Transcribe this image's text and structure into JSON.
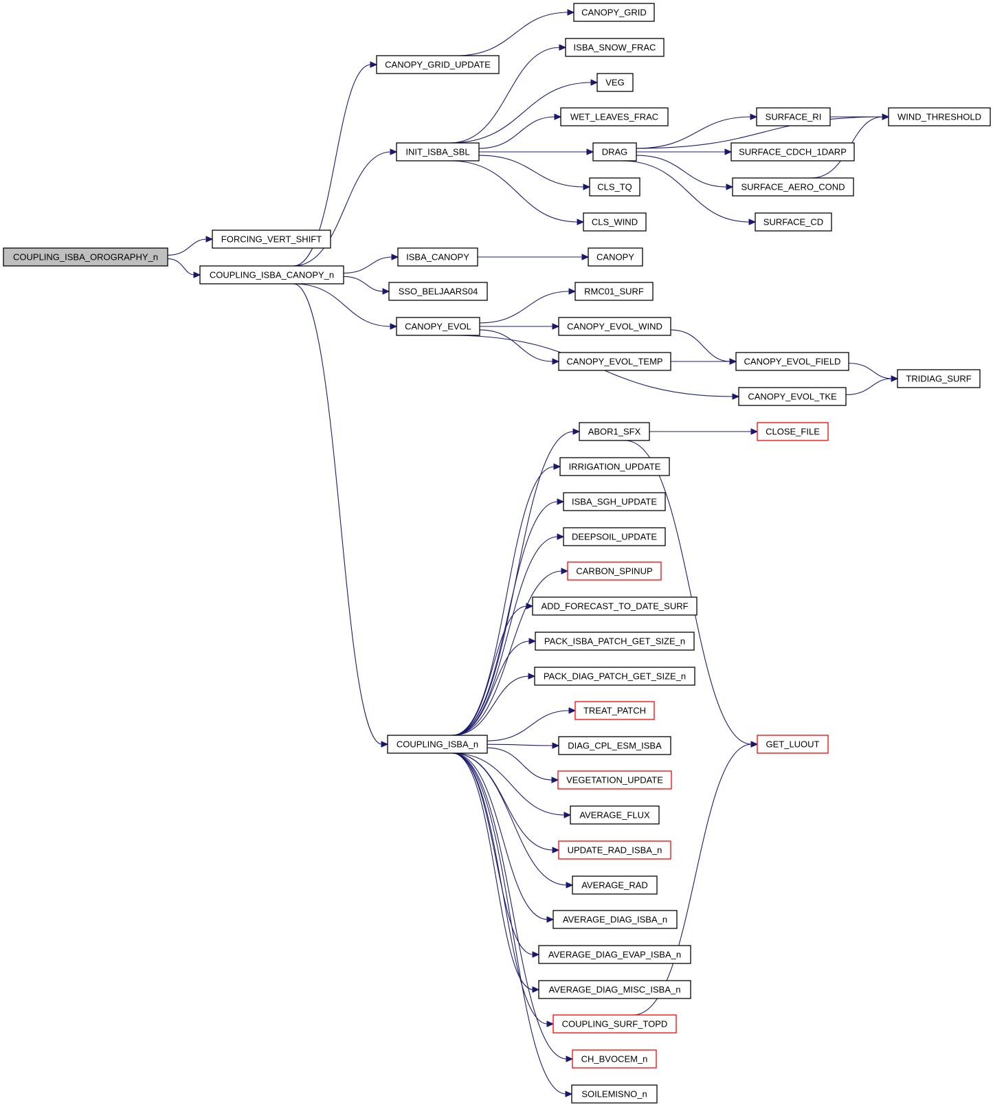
{
  "graph": {
    "root": "COUPLING_ISBA_OROGRAPHY_n",
    "nodes": [
      {
        "id": "COUPLING_ISBA_OROGRAPHY_n",
        "label": "COUPLING_ISBA_OROGRAPHY_n",
        "style": "root"
      },
      {
        "id": "FORCING_VERT_SHIFT",
        "label": "FORCING_VERT_SHIFT",
        "style": "normal"
      },
      {
        "id": "COUPLING_ISBA_CANOPY_n",
        "label": "COUPLING_ISBA_CANOPY_n",
        "style": "normal"
      },
      {
        "id": "CANOPY_GRID_UPDATE",
        "label": "CANOPY_GRID_UPDATE",
        "style": "normal"
      },
      {
        "id": "CANOPY_GRID",
        "label": "CANOPY_GRID",
        "style": "normal"
      },
      {
        "id": "INIT_ISBA_SBL",
        "label": "INIT_ISBA_SBL",
        "style": "normal"
      },
      {
        "id": "ISBA_SNOW_FRAC",
        "label": "ISBA_SNOW_FRAC",
        "style": "normal"
      },
      {
        "id": "VEG",
        "label": "VEG",
        "style": "normal"
      },
      {
        "id": "WET_LEAVES_FRAC",
        "label": "WET_LEAVES_FRAC",
        "style": "normal"
      },
      {
        "id": "DRAG",
        "label": "DRAG",
        "style": "normal"
      },
      {
        "id": "CLS_TQ",
        "label": "CLS_TQ",
        "style": "normal"
      },
      {
        "id": "CLS_WIND",
        "label": "CLS_WIND",
        "style": "normal"
      },
      {
        "id": "SURFACE_RI",
        "label": "SURFACE_RI",
        "style": "normal"
      },
      {
        "id": "WIND_THRESHOLD",
        "label": "WIND_THRESHOLD",
        "style": "normal"
      },
      {
        "id": "SURFACE_CDCH_1DARP",
        "label": "SURFACE_CDCH_1DARP",
        "style": "normal"
      },
      {
        "id": "SURFACE_AERO_COND",
        "label": "SURFACE_AERO_COND",
        "style": "normal"
      },
      {
        "id": "SURFACE_CD",
        "label": "SURFACE_CD",
        "style": "normal"
      },
      {
        "id": "ISBA_CANOPY",
        "label": "ISBA_CANOPY",
        "style": "normal"
      },
      {
        "id": "CANOPY",
        "label": "CANOPY",
        "style": "normal"
      },
      {
        "id": "SSO_BELJAARS04",
        "label": "SSO_BELJAARS04",
        "style": "normal"
      },
      {
        "id": "CANOPY_EVOL",
        "label": "CANOPY_EVOL",
        "style": "normal"
      },
      {
        "id": "RMC01_SURF",
        "label": "RMC01_SURF",
        "style": "normal"
      },
      {
        "id": "CANOPY_EVOL_WIND",
        "label": "CANOPY_EVOL_WIND",
        "style": "normal"
      },
      {
        "id": "CANOPY_EVOL_TEMP",
        "label": "CANOPY_EVOL_TEMP",
        "style": "normal"
      },
      {
        "id": "CANOPY_EVOL_FIELD",
        "label": "CANOPY_EVOL_FIELD",
        "style": "normal"
      },
      {
        "id": "CANOPY_EVOL_TKE",
        "label": "CANOPY_EVOL_TKE",
        "style": "normal"
      },
      {
        "id": "TRIDIAG_SURF",
        "label": "TRIDIAG_SURF",
        "style": "normal"
      },
      {
        "id": "COUPLING_ISBA_n",
        "label": "COUPLING_ISBA_n",
        "style": "normal"
      },
      {
        "id": "ABOR1_SFX",
        "label": "ABOR1_SFX",
        "style": "normal"
      },
      {
        "id": "CLOSE_FILE",
        "label": "CLOSE_FILE",
        "style": "red"
      },
      {
        "id": "GET_LUOUT",
        "label": "GET_LUOUT",
        "style": "red"
      },
      {
        "id": "IRRIGATION_UPDATE",
        "label": "IRRIGATION_UPDATE",
        "style": "normal"
      },
      {
        "id": "ISBA_SGH_UPDATE",
        "label": "ISBA_SGH_UPDATE",
        "style": "normal"
      },
      {
        "id": "DEEPSOIL_UPDATE",
        "label": "DEEPSOIL_UPDATE",
        "style": "normal"
      },
      {
        "id": "CARBON_SPINUP",
        "label": "CARBON_SPINUP",
        "style": "red"
      },
      {
        "id": "ADD_FORECAST_TO_DATE_SURF",
        "label": "ADD_FORECAST_TO_DATE_SURF",
        "style": "normal"
      },
      {
        "id": "PACK_ISBA_PATCH_GET_SIZE_n",
        "label": "PACK_ISBA_PATCH_GET_SIZE_n",
        "style": "normal"
      },
      {
        "id": "PACK_DIAG_PATCH_GET_SIZE_n",
        "label": "PACK_DIAG_PATCH_GET_SIZE_n",
        "style": "normal"
      },
      {
        "id": "TREAT_PATCH",
        "label": "TREAT_PATCH",
        "style": "red"
      },
      {
        "id": "DIAG_CPL_ESM_ISBA",
        "label": "DIAG_CPL_ESM_ISBA",
        "style": "normal"
      },
      {
        "id": "VEGETATION_UPDATE",
        "label": "VEGETATION_UPDATE",
        "style": "red"
      },
      {
        "id": "AVERAGE_FLUX",
        "label": "AVERAGE_FLUX",
        "style": "normal"
      },
      {
        "id": "UPDATE_RAD_ISBA_n",
        "label": "UPDATE_RAD_ISBA_n",
        "style": "red"
      },
      {
        "id": "AVERAGE_RAD",
        "label": "AVERAGE_RAD",
        "style": "normal"
      },
      {
        "id": "AVERAGE_DIAG_ISBA_n",
        "label": "AVERAGE_DIAG_ISBA_n",
        "style": "normal"
      },
      {
        "id": "AVERAGE_DIAG_EVAP_ISBA_n",
        "label": "AVERAGE_DIAG_EVAP_ISBA_n",
        "style": "normal"
      },
      {
        "id": "AVERAGE_DIAG_MISC_ISBA_n",
        "label": "AVERAGE_DIAG_MISC_ISBA_n",
        "style": "normal"
      },
      {
        "id": "COUPLING_SURF_TOPD",
        "label": "COUPLING_SURF_TOPD",
        "style": "red"
      },
      {
        "id": "CH_BVOCEM_n",
        "label": "CH_BVOCEM_n",
        "style": "red"
      },
      {
        "id": "SOILEMISNO_n",
        "label": "SOILEMISNO_n",
        "style": "normal"
      }
    ],
    "edges": [
      [
        "COUPLING_ISBA_OROGRAPHY_n",
        "FORCING_VERT_SHIFT"
      ],
      [
        "COUPLING_ISBA_OROGRAPHY_n",
        "COUPLING_ISBA_CANOPY_n"
      ],
      [
        "COUPLING_ISBA_CANOPY_n",
        "CANOPY_GRID_UPDATE"
      ],
      [
        "CANOPY_GRID_UPDATE",
        "CANOPY_GRID"
      ],
      [
        "COUPLING_ISBA_CANOPY_n",
        "INIT_ISBA_SBL"
      ],
      [
        "INIT_ISBA_SBL",
        "ISBA_SNOW_FRAC"
      ],
      [
        "INIT_ISBA_SBL",
        "VEG"
      ],
      [
        "INIT_ISBA_SBL",
        "WET_LEAVES_FRAC"
      ],
      [
        "INIT_ISBA_SBL",
        "DRAG"
      ],
      [
        "INIT_ISBA_SBL",
        "CLS_TQ"
      ],
      [
        "INIT_ISBA_SBL",
        "CLS_WIND"
      ],
      [
        "DRAG",
        "WIND_THRESHOLD"
      ],
      [
        "DRAG",
        "SURFACE_RI"
      ],
      [
        "SURFACE_RI",
        "WIND_THRESHOLD"
      ],
      [
        "DRAG",
        "SURFACE_CDCH_1DARP"
      ],
      [
        "DRAG",
        "SURFACE_AERO_COND"
      ],
      [
        "SURFACE_AERO_COND",
        "WIND_THRESHOLD"
      ],
      [
        "DRAG",
        "SURFACE_CD"
      ],
      [
        "COUPLING_ISBA_CANOPY_n",
        "ISBA_CANOPY"
      ],
      [
        "ISBA_CANOPY",
        "CANOPY"
      ],
      [
        "COUPLING_ISBA_CANOPY_n",
        "SSO_BELJAARS04"
      ],
      [
        "COUPLING_ISBA_CANOPY_n",
        "CANOPY_EVOL"
      ],
      [
        "CANOPY_EVOL",
        "RMC01_SURF"
      ],
      [
        "CANOPY_EVOL",
        "CANOPY_EVOL_WIND"
      ],
      [
        "CANOPY_EVOL",
        "CANOPY_EVOL_TEMP"
      ],
      [
        "CANOPY_EVOL_WIND",
        "CANOPY_EVOL_FIELD"
      ],
      [
        "CANOPY_EVOL_TEMP",
        "CANOPY_EVOL_FIELD"
      ],
      [
        "CANOPY_EVOL",
        "CANOPY_EVOL_TKE"
      ],
      [
        "CANOPY_EVOL_FIELD",
        "TRIDIAG_SURF"
      ],
      [
        "CANOPY_EVOL_TKE",
        "TRIDIAG_SURF"
      ],
      [
        "COUPLING_ISBA_CANOPY_n",
        "COUPLING_ISBA_n"
      ],
      [
        "COUPLING_ISBA_n",
        "ABOR1_SFX"
      ],
      [
        "ABOR1_SFX",
        "CLOSE_FILE"
      ],
      [
        "ABOR1_SFX",
        "GET_LUOUT"
      ],
      [
        "COUPLING_ISBA_n",
        "IRRIGATION_UPDATE"
      ],
      [
        "COUPLING_ISBA_n",
        "ISBA_SGH_UPDATE"
      ],
      [
        "COUPLING_ISBA_n",
        "DEEPSOIL_UPDATE"
      ],
      [
        "COUPLING_ISBA_n",
        "CARBON_SPINUP"
      ],
      [
        "COUPLING_ISBA_n",
        "ADD_FORECAST_TO_DATE_SURF"
      ],
      [
        "COUPLING_ISBA_n",
        "PACK_ISBA_PATCH_GET_SIZE_n"
      ],
      [
        "COUPLING_ISBA_n",
        "PACK_DIAG_PATCH_GET_SIZE_n"
      ],
      [
        "COUPLING_ISBA_n",
        "TREAT_PATCH"
      ],
      [
        "COUPLING_ISBA_n",
        "DIAG_CPL_ESM_ISBA"
      ],
      [
        "COUPLING_ISBA_n",
        "VEGETATION_UPDATE"
      ],
      [
        "COUPLING_ISBA_n",
        "AVERAGE_FLUX"
      ],
      [
        "COUPLING_ISBA_n",
        "UPDATE_RAD_ISBA_n"
      ],
      [
        "COUPLING_ISBA_n",
        "AVERAGE_RAD"
      ],
      [
        "COUPLING_ISBA_n",
        "AVERAGE_DIAG_ISBA_n"
      ],
      [
        "COUPLING_ISBA_n",
        "AVERAGE_DIAG_EVAP_ISBA_n"
      ],
      [
        "COUPLING_ISBA_n",
        "AVERAGE_DIAG_MISC_ISBA_n"
      ],
      [
        "COUPLING_ISBA_n",
        "COUPLING_SURF_TOPD"
      ],
      [
        "COUPLING_SURF_TOPD",
        "GET_LUOUT"
      ],
      [
        "COUPLING_ISBA_n",
        "CH_BVOCEM_n"
      ],
      [
        "COUPLING_ISBA_n",
        "SOILEMISNO_n"
      ]
    ]
  },
  "colors": {
    "edge": "#191970",
    "node_border": "#000000",
    "node_border_external": "#ff0000",
    "root_fill": "#bfbfbf",
    "node_fill": "#ffffff"
  }
}
